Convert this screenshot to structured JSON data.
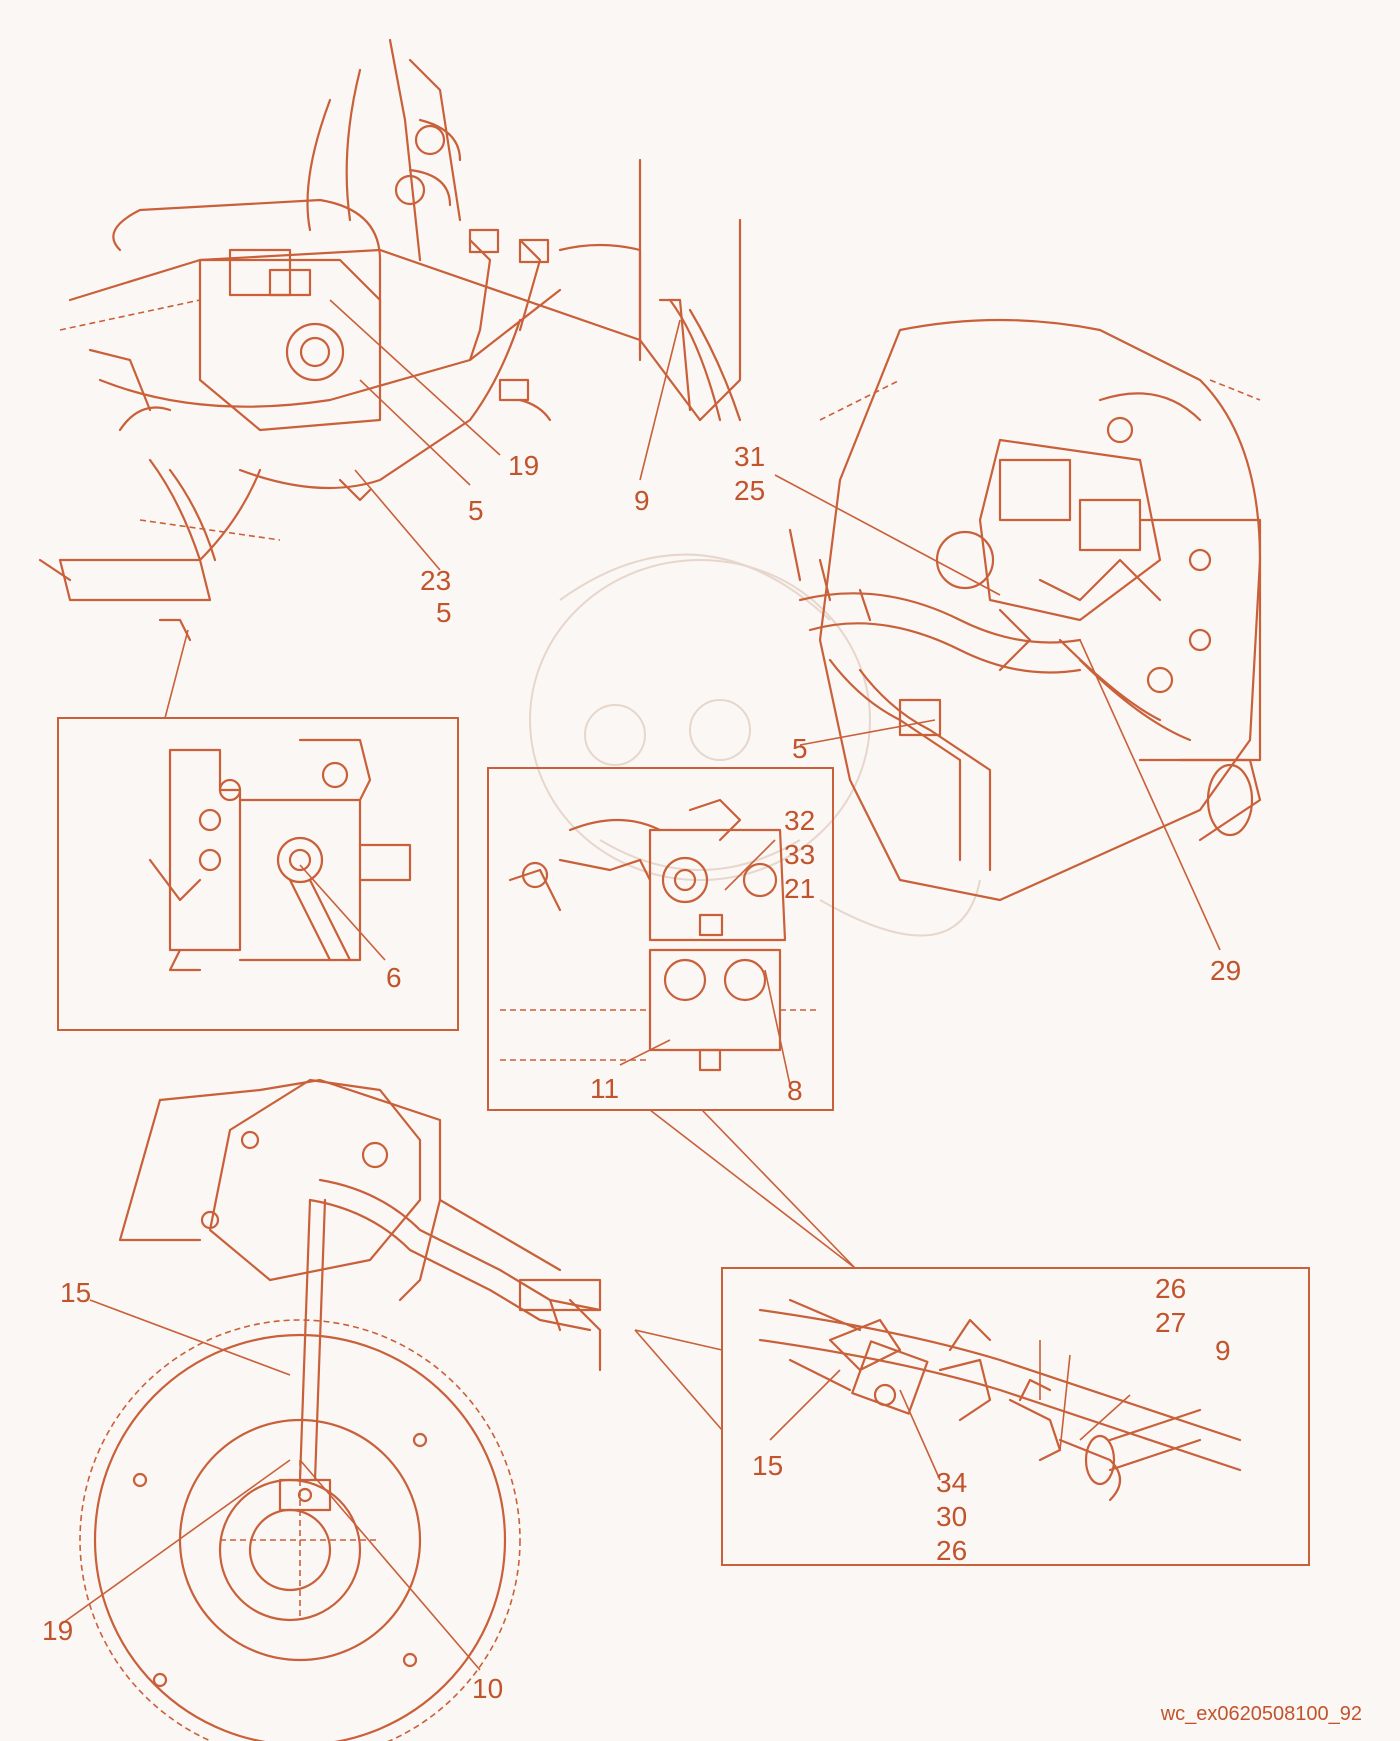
{
  "drawing_code": "wc_ex0620508100_92",
  "colors": {
    "ink": "#c9603a",
    "label": "#c1542c",
    "background": "#faf7f4"
  },
  "callouts": {
    "c19a": "19",
    "c5a": "5",
    "c9a": "9",
    "c23": "23",
    "c5b": "5",
    "c31": "31",
    "c25": "25",
    "c5c": "5",
    "c29": "29",
    "c6": "6",
    "c32": "32",
    "c33": "33",
    "c21": "21",
    "c11": "11",
    "c8": "8",
    "c15a": "15",
    "c19b": "19",
    "c10": "10",
    "c26a": "26",
    "c27": "27",
    "c9b": "9",
    "c15b": "15",
    "c34": "34",
    "c30": "30",
    "c26b": "26"
  }
}
